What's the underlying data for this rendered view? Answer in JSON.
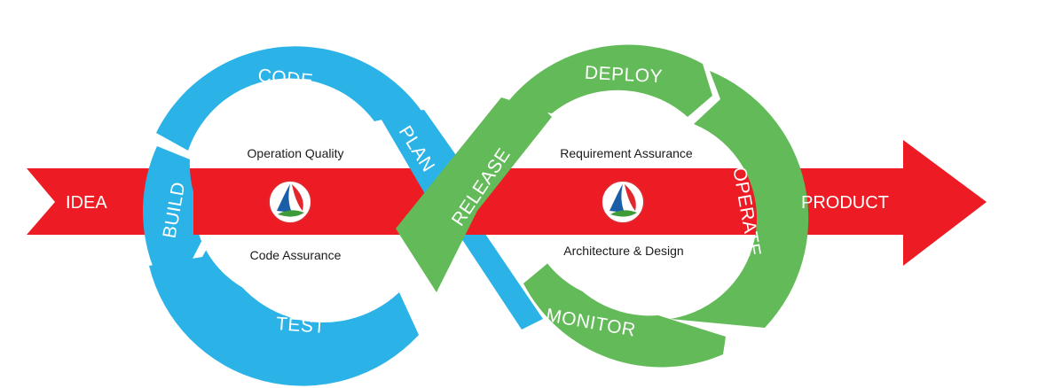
{
  "arrow": {
    "start_label": "IDEA",
    "end_label": "PRODUCT"
  },
  "left_loop": {
    "segments": {
      "code": "CODE",
      "build": "BUILD",
      "test": "TEST",
      "plan": "PLAN"
    },
    "inner_top": "Operation Quality",
    "inner_bottom": "Code Assurance"
  },
  "right_loop": {
    "segments": {
      "deploy": "DEPLOY",
      "operate": "OPERATE",
      "monitor": "MONITOR",
      "release": "RELEASE"
    },
    "inner_top": "Requirement Assurance",
    "inner_bottom": "Architecture & Design"
  },
  "colors": {
    "red": "#ED1C24",
    "blue": "#2BB3E8",
    "green": "#63BA58",
    "logo_blue": "#1A5EA8",
    "logo_green": "#3E9B3A",
    "logo_red": "#E3262C"
  }
}
